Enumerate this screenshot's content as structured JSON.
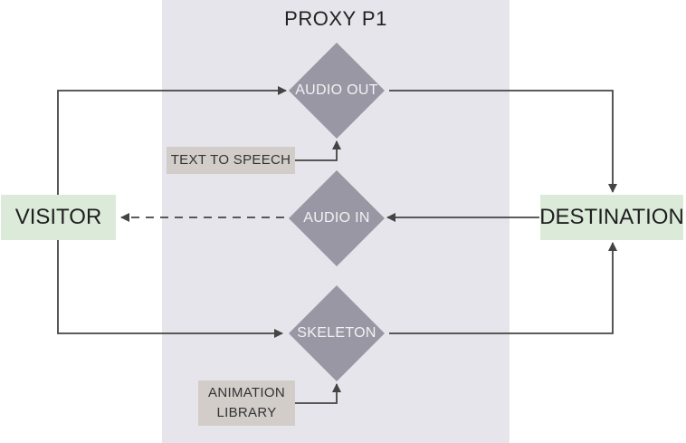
{
  "proxy": {
    "title": "PROXY P1"
  },
  "endpoints": {
    "visitor": "VISITOR",
    "destination": "DESTINATION"
  },
  "nodes": {
    "audio_out": "AUDIO OUT",
    "audio_in": "AUDIO IN",
    "skeleton": "SKELETON"
  },
  "inputs": {
    "text_to_speech": "TEXT TO SPEECH",
    "animation_library": [
      "ANIMATION",
      "LIBRARY"
    ]
  },
  "colors": {
    "proxy_bg": "#e6e5eb",
    "endpoint_bg": "#dcebd9",
    "node_fill": "#9a97a5",
    "input_bg": "#d2cdc9",
    "line": "#444444"
  }
}
